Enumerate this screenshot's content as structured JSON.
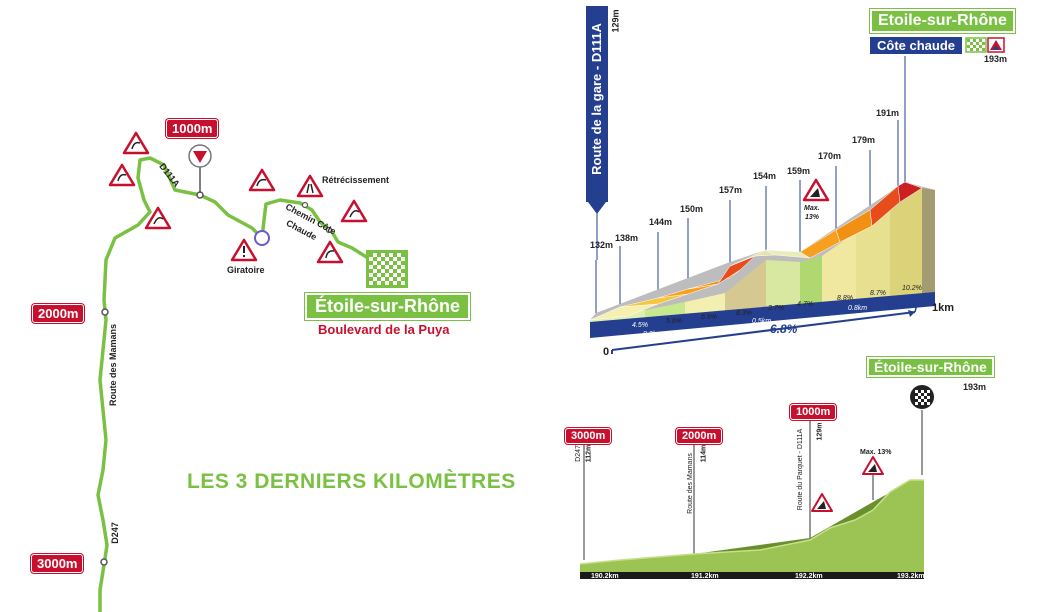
{
  "headline": "LES 3 DERNIERS KILOMÈTRES",
  "map": {
    "finish_town": "Étoile-sur-Rhône",
    "finish_street": "Boulevard de la Puya",
    "markers": [
      "1000m",
      "2000m",
      "3000m"
    ],
    "labels": {
      "d111a": "D111A",
      "giratoire": "Giratoire",
      "retrecissement": "Rétrécissement",
      "chemin_1": "Chemin Côte",
      "chemin_2": "Chaude",
      "route_mamans": "Route des Mamans",
      "d247": "D247"
    }
  },
  "profile_detail": {
    "finish_town": "Etoile-sur-Rhône",
    "climb_name": "Côte chaude",
    "climb_altitude": "193m",
    "left_road": "Route de la gare - D111A",
    "left_road_alt": "129m",
    "altitudes": [
      "132m",
      "138m",
      "144m",
      "150m",
      "157m",
      "154m",
      "159m",
      "170m",
      "179m",
      "191m"
    ],
    "gradients": [
      "4.5%",
      "5.6%",
      "6.6%",
      "8.3%",
      "3.7%",
      "4.7%",
      "8.8%",
      "8.7%",
      "10.2%"
    ],
    "distances": [
      "0.2km",
      "0.5km",
      "0.8km"
    ],
    "max_label_1": "Max.",
    "max_label_2": "13%",
    "axis_start": "0",
    "axis_end": "1km",
    "avg_gradient": "6.8%"
  },
  "profile_overall": {
    "finish_town": "Étoile-sur-Rhône",
    "finish_altitude": "193m",
    "markers": [
      "3000m",
      "2000m",
      "1000m"
    ],
    "road_d247": "D247",
    "alt_112": "112m",
    "road_mamans": "Route des Mamans",
    "alt_114": "114m",
    "road_parquet": "Route du Parquet - D111A",
    "alt_129": "129m",
    "max_label": "Max. 13%",
    "km_labels": [
      "190.2km",
      "191.2km",
      "192.2km",
      "193.2km"
    ]
  },
  "colors": {
    "route_green": "#7ac143",
    "marker_red": "#c8102e",
    "navy": "#243f8f"
  }
}
